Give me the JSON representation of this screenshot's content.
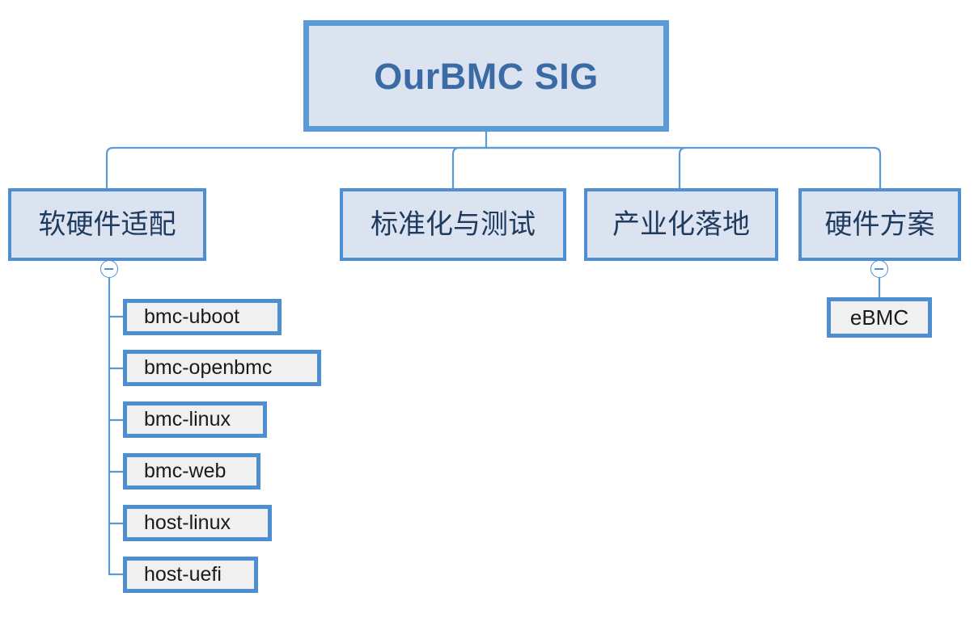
{
  "diagram": {
    "type": "org-tree",
    "title": "OurBMC SIG organization tree",
    "colors": {
      "border": "#4E8FD1",
      "root_border": "#5B9BD5",
      "branch_fill": "#DCE3F0",
      "leaf_fill": "#F0F0F0",
      "root_text": "#3A6BA5",
      "branch_text": "#1F3A5F",
      "leaf_text": "#1A1A1A",
      "connector": "#5B9BD5",
      "background": "#FFFFFF"
    },
    "root": {
      "label": "OurBMC SIG"
    },
    "branches": [
      {
        "label": "软硬件适配",
        "toggle": {
          "icon": "collapse-minus-icon",
          "state": "expanded"
        },
        "children": [
          {
            "label": "bmc-uboot"
          },
          {
            "label": "bmc-openbmc"
          },
          {
            "label": "bmc-linux"
          },
          {
            "label": "bmc-web"
          },
          {
            "label": "host-linux"
          },
          {
            "label": "host-uefi"
          }
        ]
      },
      {
        "label": "标准化与测试",
        "children": []
      },
      {
        "label": "产业化落地",
        "children": []
      },
      {
        "label": "硬件方案",
        "toggle": {
          "icon": "collapse-minus-icon",
          "state": "expanded"
        },
        "children": [
          {
            "label": "eBMC"
          }
        ]
      }
    ]
  }
}
